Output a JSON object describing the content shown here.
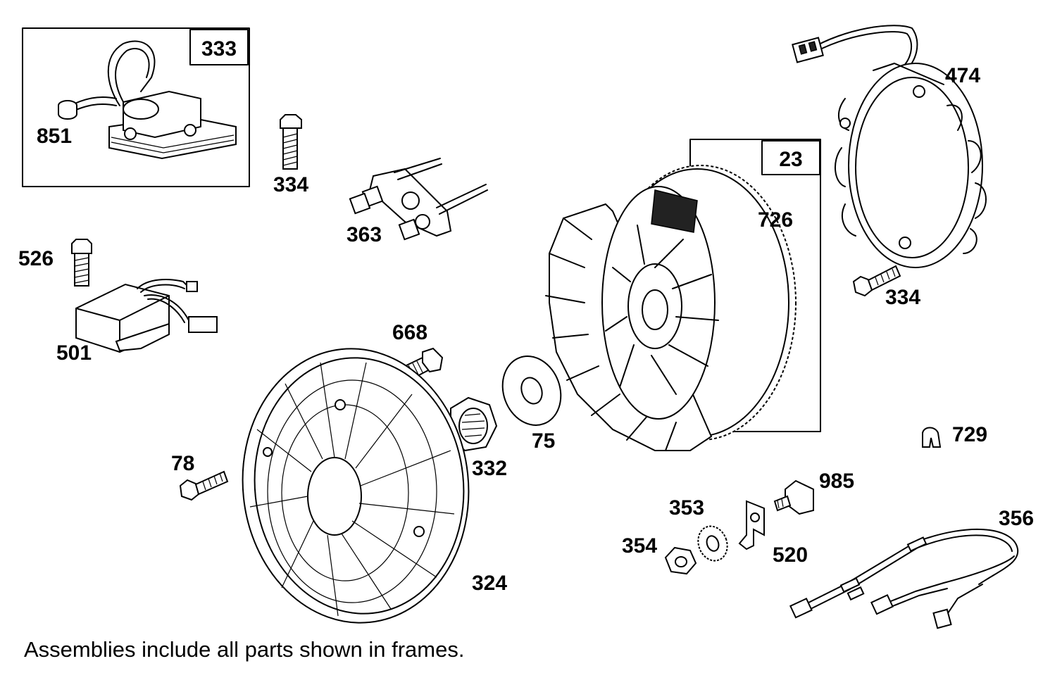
{
  "frames": [
    {
      "id": "333"
    },
    {
      "id": "23"
    }
  ],
  "parts": {
    "p333": "333",
    "p851": "851",
    "p334a": "334",
    "p363": "363",
    "p23": "23",
    "p726": "726",
    "p474": "474",
    "p334b": "334",
    "p526": "526",
    "p501": "501",
    "p668": "668",
    "p75": "75",
    "p332": "332",
    "p78": "78",
    "p324": "324",
    "p729": "729",
    "p985": "985",
    "p353": "353",
    "p354": "354",
    "p520": "520",
    "p356": "356"
  },
  "footnote": "Assemblies include all parts shown in frames."
}
